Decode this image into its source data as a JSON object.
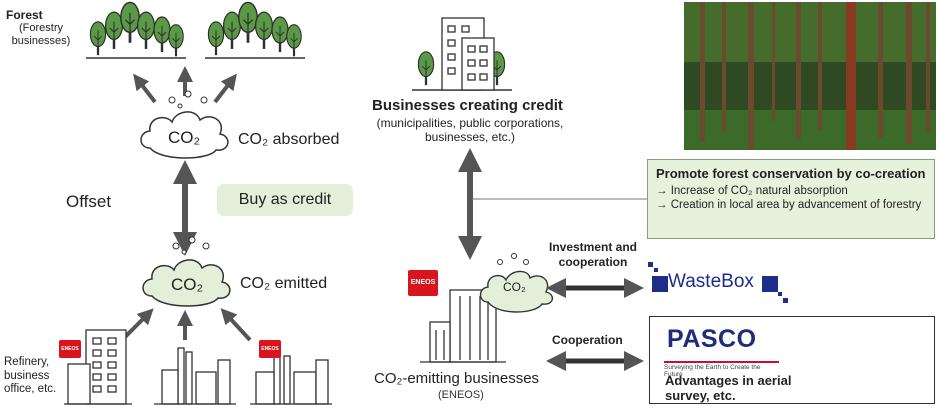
{
  "forest": {
    "title": "Forest",
    "subtitle": "(Forestry businesses)"
  },
  "absorbed": {
    "cloud_label": "CO₂",
    "label": "CO₂ absorbed"
  },
  "emitted": {
    "cloud_label": "CO₂",
    "label": "CO₂ emitted"
  },
  "offset_label": "Offset",
  "credit_label": "Buy as credit",
  "refinery_label": "Refinery, business office, etc.",
  "eneos_logo": "ENEOS",
  "businesses_credit": {
    "title": "Businesses creating credit",
    "subtitle": "(municipalities, public corporations, businesses, etc.)"
  },
  "promote": {
    "heading": "Promote forest conservation by co-creation",
    "items": [
      "→ Increase of CO₂ natural absorption",
      "→ Creation in local area by advancement of forestry"
    ]
  },
  "investment_label": "Investment and cooperation",
  "cooperation_label": "Cooperation",
  "wastebox_logo": "WasteBox",
  "pasco": {
    "logo": "PASCO",
    "tagline": "Surveying the Earth to Create the Future",
    "advantage": "Advantages in aerial survey, etc."
  },
  "emitting": {
    "cloud_label": "CO₂",
    "title": "CO₂-emitting businesses",
    "subtitle": "(ENEOS)"
  },
  "colors": {
    "tree_green": "#5a9a47",
    "cloud_fill": "#e3efd9",
    "credit_pill": "#e3efd9",
    "arrow": "#555555",
    "eneos_red": "#d8151c",
    "wastebox_blue": "#1d2d8a",
    "pasco_navy": "#1d2d7a"
  }
}
